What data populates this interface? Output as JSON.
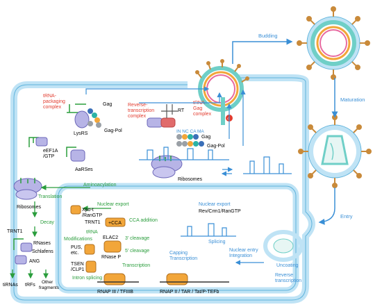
{
  "colors": {
    "cell_membrane": "#bfe3f5",
    "cell_membrane_edge": "#5fb3dc",
    "green": "#2a9d3c",
    "blue_arrow": "#3a8fd6",
    "red_text": "#e23b2e",
    "orange": "#f2a63a",
    "purple": "#b7b4e6",
    "capsid": "#6fcfc7"
  },
  "labels": {
    "budding": "Budding",
    "maturation": "Maturation",
    "entry": "Entry",
    "trna_packaging": [
      "tRNA-",
      "packaging",
      "complex"
    ],
    "rt_complex": [
      "Reverse-",
      "transcription",
      "complex"
    ],
    "trna_gag": [
      "tRNA-",
      "Gag",
      "complex"
    ],
    "gag": "Gag",
    "gag_pol": "Gag-Pol",
    "lysrs": "LysRS",
    "rt": "RT",
    "domains": "IN NC CA MA",
    "gag2": "Gag",
    "gag_pol2": "Gag-Pol",
    "eef1a": [
      "eEF1A",
      "/GTP"
    ],
    "aarses": "AaRSes",
    "ribosomes_right": "Ribosomes",
    "ribosomes_left": "Ribosomes",
    "aminoacylation": "Aminoacylation",
    "translation": "Translation",
    "nuclear_export_left": "Nuclear export",
    "nuclear_export_right": "Nuclear export",
    "rev_crm1": "Rev/Crm1/RanGTP",
    "xpo": [
      "Xpo-t",
      "/RanGTP"
    ],
    "trnt1_top": "TRNT1",
    "cca": "+CCA",
    "cca_addition": "CCA addition",
    "trna": "tRNA",
    "modifications": "Modifications",
    "elac2": "ELAC2",
    "pus": [
      "PUS,",
      "etc."
    ],
    "rnase_p": "RNase P",
    "three_cleavage": "3' cleavage",
    "five_cleavage": "5' cleavage",
    "tsen": [
      "TSEN",
      "/CLP1"
    ],
    "transcription_left": "Transcription",
    "intron_splicing": "Intron splicing",
    "rnap3": "RNAP III / TFIIIB",
    "rnap2": "RNAP II / TAR / Tat/P-TEFb",
    "capping": [
      "Capping",
      "Transcription"
    ],
    "splicing": "Splicing",
    "nuclear_entry": [
      "Nuclear entry",
      "Integration"
    ],
    "uncoating": "Uncoating",
    "reverse_transcription": [
      "Reverse",
      "transcription"
    ],
    "decay": "Decay",
    "trnt1_left": "TRNT1",
    "rnases": "RNases",
    "schlafens": "Schlafens",
    "ang": "ANG",
    "outputs": [
      "tiRNAs",
      "tRFs",
      "Other",
      "fragments"
    ],
    "cterm": "C"
  }
}
